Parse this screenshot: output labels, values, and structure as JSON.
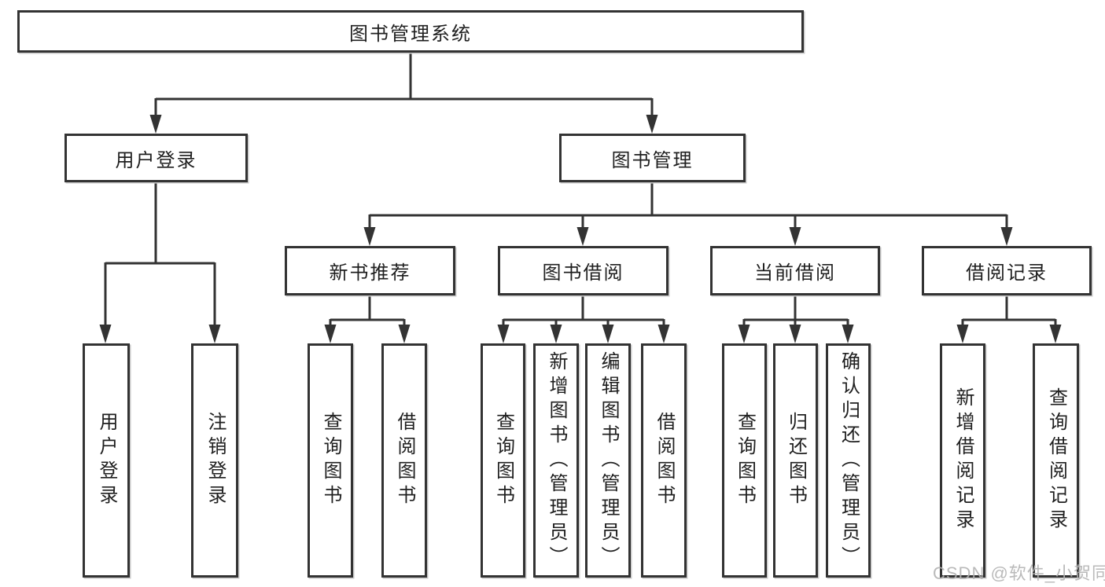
{
  "diagram": {
    "title": "图书管理系统",
    "nodes": {
      "root": "图书管理系统",
      "level2": {
        "user_login": "用户登录",
        "book_management": "图书管理"
      },
      "level3": {
        "new_book_recommend": "新书推荐",
        "book_borrow": "图书借阅",
        "current_borrow": "当前借阅",
        "borrow_record": "借阅记录"
      },
      "leaves": {
        "login": "用户登录",
        "logout": "注销登录",
        "recommend_query_book": "查询图书",
        "recommend_borrow_book": "借阅图书",
        "borrow_query_book": "查询图书",
        "borrow_add_book": "新增图书（管理员）",
        "borrow_edit_book": "编辑图书（管理员）",
        "borrow_borrow_book": "借阅图书",
        "current_query_book": "查询图书",
        "current_return_book": "归还图书",
        "current_confirm_return": "确认归还（管理员）",
        "record_add": "新增借阅记录",
        "record_query": "查询借阅记录"
      }
    }
  },
  "watermark": "CSDN @软件_小贺同学",
  "colors": {
    "line": "#333333",
    "text": "#1f1f1f",
    "watermark": "#b3b3b3",
    "background": "#ffffff"
  }
}
